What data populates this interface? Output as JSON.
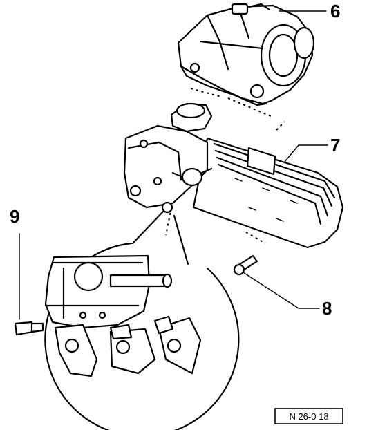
{
  "callouts": {
    "six": "6",
    "seven": "7",
    "eight": "8",
    "nine": "9"
  },
  "figure_id": "N 26-0 18",
  "colors": {
    "ink": "#000000",
    "paper": "#ffffff"
  }
}
